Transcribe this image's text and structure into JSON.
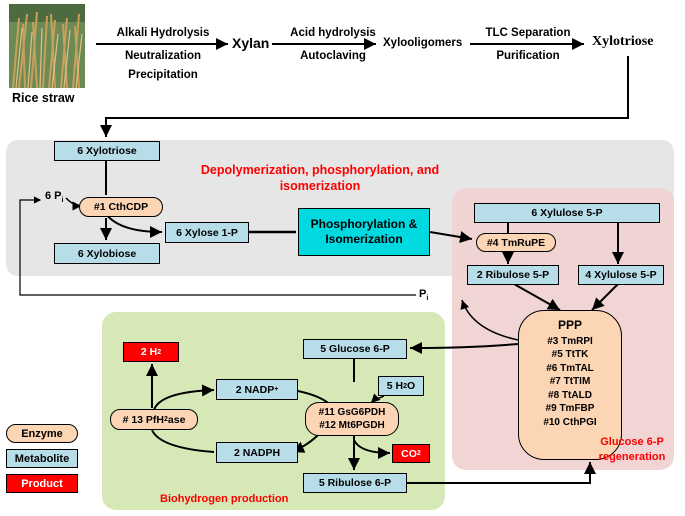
{
  "top": {
    "rice_straw_label": "Rice straw",
    "step1_lines": [
      "Alkali Hydrolysis",
      "Neutralization",
      "Precipitation"
    ],
    "xylan": "Xylan",
    "step2_lines": [
      "Acid hydrolysis",
      "Autoclaving"
    ],
    "xylooligomers": "Xylooligomers",
    "step3_lines": [
      "TLC Separation",
      "Purification"
    ],
    "xylotriose": "Xylotriose"
  },
  "depoly": {
    "title_line1": "Depolymerization, phosphorylation, and",
    "title_line2": "isomerization",
    "xylotriose_box": "6 Xylotriose",
    "pi_left": "6 P",
    "pi_left_sub": "i",
    "enzyme1": "#1 CthCDP",
    "xylobiose": "6 Xylobiose",
    "xylose1p": "6 Xylose 1-P",
    "phos_iso_line1": "Phosphorylation &",
    "phos_iso_line2": "Isomerization",
    "pi_right": "P",
    "pi_right_sub": "i"
  },
  "regen": {
    "xylulose5p_top": "6 Xylulose 5-P",
    "enzyme4": "#4 TmRuPE",
    "ribulose5p": "2 Ribulose 5-P",
    "xylulose5p": "4 Xylulose 5-P",
    "ppp_title": "PPP",
    "ppp_enzymes": [
      "#3 TmRPI",
      "#5 TtTK",
      "#6 TmTAL",
      "#7 TtTIM",
      "#8 TtALD",
      "#9 TmFBP",
      "#10 CthPGI"
    ],
    "label_line1": "Glucose 6-P",
    "label_line2": "regeneration"
  },
  "bioh2": {
    "label": "Biohydrogen production",
    "h2_num": "2 H",
    "h2_sub": "2",
    "nadp_plus": "2 NADP",
    "nadp_sup": "+",
    "nadph": "2 NADPH",
    "enzyme13_pre": "# 13 PfH",
    "enzyme13_sub": "2",
    "enzyme13_post": "ase",
    "glucose6p": "5 Glucose 6-P",
    "water_pre": "5 H",
    "water_sub": "2",
    "water_post": "O",
    "enzyme11": "#11 GsG6PDH",
    "enzyme12": "#12 Mt6PGDH",
    "co2_pre": "CO",
    "co2_sub": "2",
    "ribulose6p": "5 Ribulose 6-P"
  },
  "legend": {
    "enzyme": "Enzyme",
    "metabolite": "Metabolite",
    "product": "Product"
  },
  "colors": {
    "metabolite": "#b7dde8",
    "enzyme": "#fcd5b5",
    "product": "#ff0000",
    "phos_box": "#00d9e0",
    "depoly_panel": "#e6e6e6",
    "regen_panel": "#f0d2d2",
    "bioh2_panel": "#d5e8b6",
    "title_red": "#ff0000"
  }
}
